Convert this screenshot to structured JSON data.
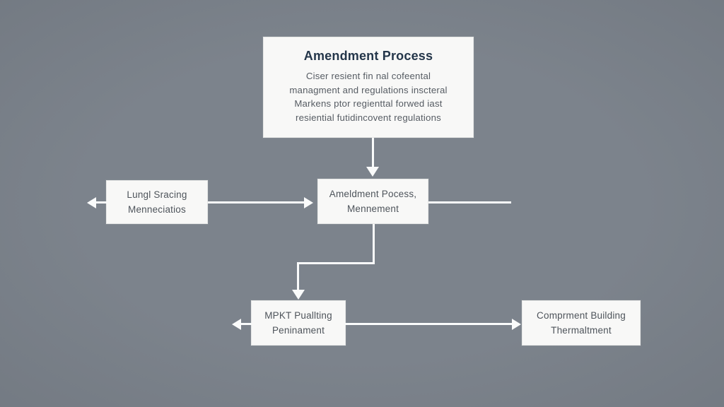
{
  "canvas": {
    "background_color": "#7a818a",
    "box_background_color": "#f8f8f7",
    "box_border_color": "#e7e8e7",
    "arrow_color": "#fafbfb",
    "title_text_color": "#24364a",
    "body_text_color": "#565c63",
    "label_text_color": "#4e545b"
  },
  "nodes": {
    "top": {
      "title": "Amendment Process",
      "body_lines": [
        "Ciser resient fin nal cofeental",
        "managment and regulations inscteral",
        "Markens ptor regienttal forwed iast",
        "resiential futidincovent regulations"
      ]
    },
    "middle": {
      "lines": [
        "Ameldment Pocess,",
        "Mennement"
      ]
    },
    "left": {
      "lines": [
        "Lungl Sracing",
        "Menneciatios"
      ]
    },
    "bottom_left": {
      "lines": [
        "MPKT Puallting",
        "Peninament"
      ]
    },
    "bottom_right": {
      "lines": [
        "Comprment Building",
        "Thermaltment"
      ]
    }
  }
}
